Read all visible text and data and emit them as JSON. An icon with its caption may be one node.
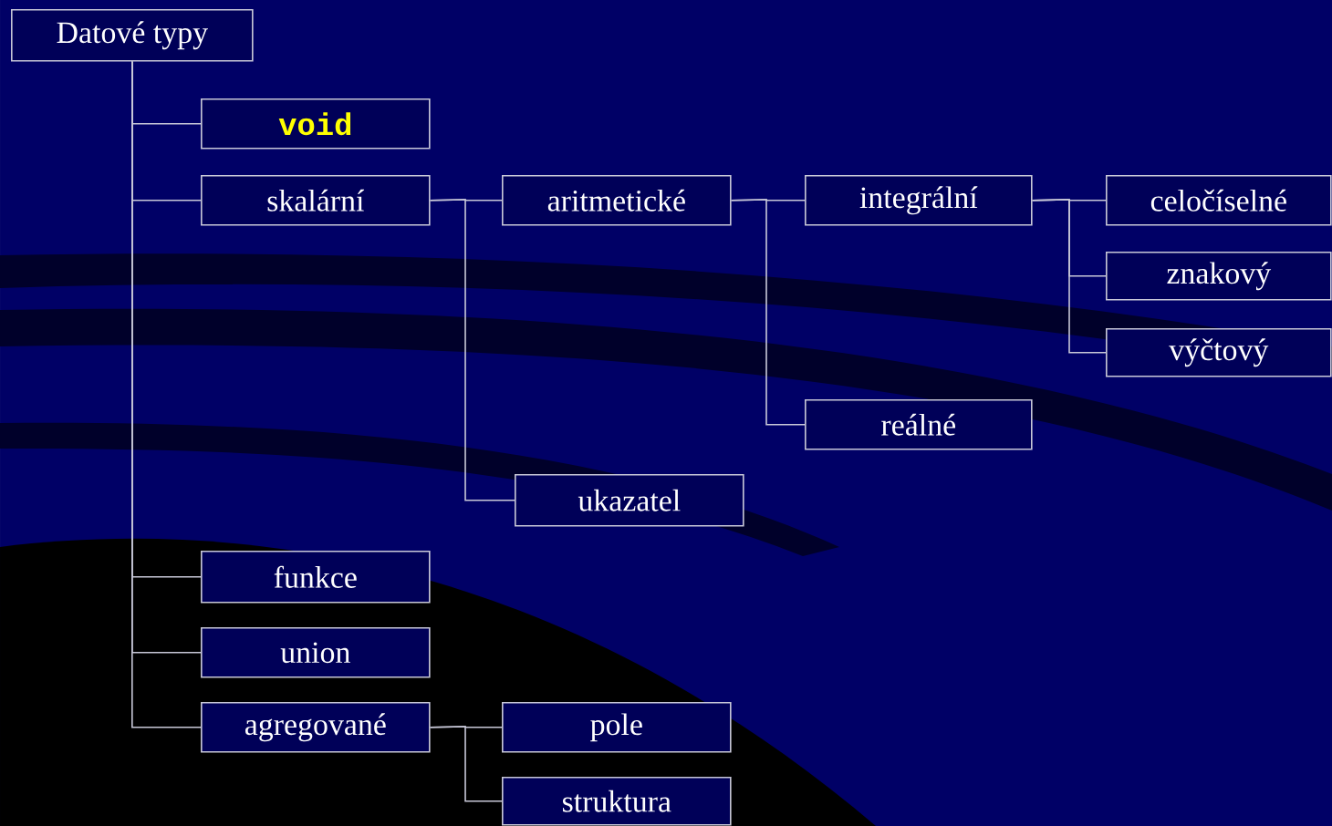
{
  "diagram": {
    "nodes": [
      {
        "text": [
          "Datové typy"
        ]
      },
      {
        "text": [
          "void"
        ]
      },
      {
        "text": [
          "skalární"
        ]
      },
      {
        "text": [
          "aritmetické"
        ]
      },
      {
        "text": [
          "integrální"
        ]
      },
      {
        "text": [
          "celočíselné"
        ]
      },
      {
        "text": [
          "znakový"
        ]
      },
      {
        "text": [
          "výčtový"
        ]
      },
      {
        "text": [
          "reálné"
        ]
      },
      {
        "text": [
          "ukazatel"
        ]
      },
      {
        "text": [
          "funkce"
        ]
      },
      {
        "text": [
          "union"
        ]
      },
      {
        "text": [
          "agregované"
        ]
      },
      {
        "text": [
          "pole"
        ]
      },
      {
        "text": [
          "struktura"
        ]
      }
    ],
    "edges": [
      {
        "from": 0,
        "to": 1,
        "arrow": "none"
      },
      {
        "from": 0,
        "to": 2,
        "arrow": "none"
      },
      {
        "from": 2,
        "to": 3,
        "arrow": "none"
      },
      {
        "from": 3,
        "to": 4,
        "arrow": "none"
      },
      {
        "from": 4,
        "to": 5,
        "arrow": "none"
      },
      {
        "from": 4,
        "to": 6,
        "arrow": "none"
      },
      {
        "from": 4,
        "to": 7,
        "arrow": "none"
      },
      {
        "from": 3,
        "to": 8,
        "arrow": "none"
      },
      {
        "from": 2,
        "to": 9,
        "arrow": "none"
      },
      {
        "from": 0,
        "to": 10,
        "arrow": "none"
      },
      {
        "from": 0,
        "to": 11,
        "arrow": "none"
      },
      {
        "from": 0,
        "to": 12,
        "arrow": "none"
      },
      {
        "from": 12,
        "to": 13,
        "arrow": "none"
      },
      {
        "from": 12,
        "to": 14,
        "arrow": "none"
      }
    ]
  }
}
